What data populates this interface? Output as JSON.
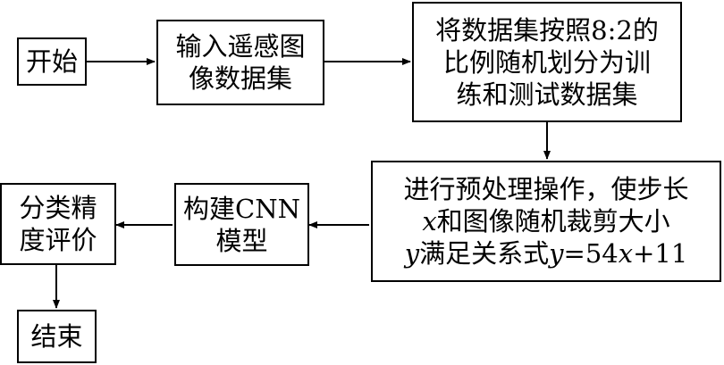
{
  "nodes": {
    "start": {
      "line1": "开始"
    },
    "input": {
      "line1": "输入遥感图",
      "line2": "像数据集"
    },
    "split": {
      "line1": "将数据集按照8:2的",
      "line2": "比例随机划分为训",
      "line3": "练和测试数据集"
    },
    "preprocess": {
      "line1": "进行预处理操作，使步长",
      "line2_var": "x",
      "line2_text": "和图像随机裁剪大小",
      "line3_var1": "y",
      "line3_text1": "满足关系式",
      "line3_var2": "y",
      "line3_text2": "=54",
      "line3_var3": "x",
      "line3_text3": "+11"
    },
    "build_cnn": {
      "line1": "构建CNN",
      "line2": "模型"
    },
    "evaluate": {
      "line1": "分类精",
      "line2": "度评价"
    },
    "end": {
      "line1": "结束"
    }
  },
  "colors": {
    "stroke": "#000000",
    "background": "#ffffff",
    "text": "#000000"
  }
}
